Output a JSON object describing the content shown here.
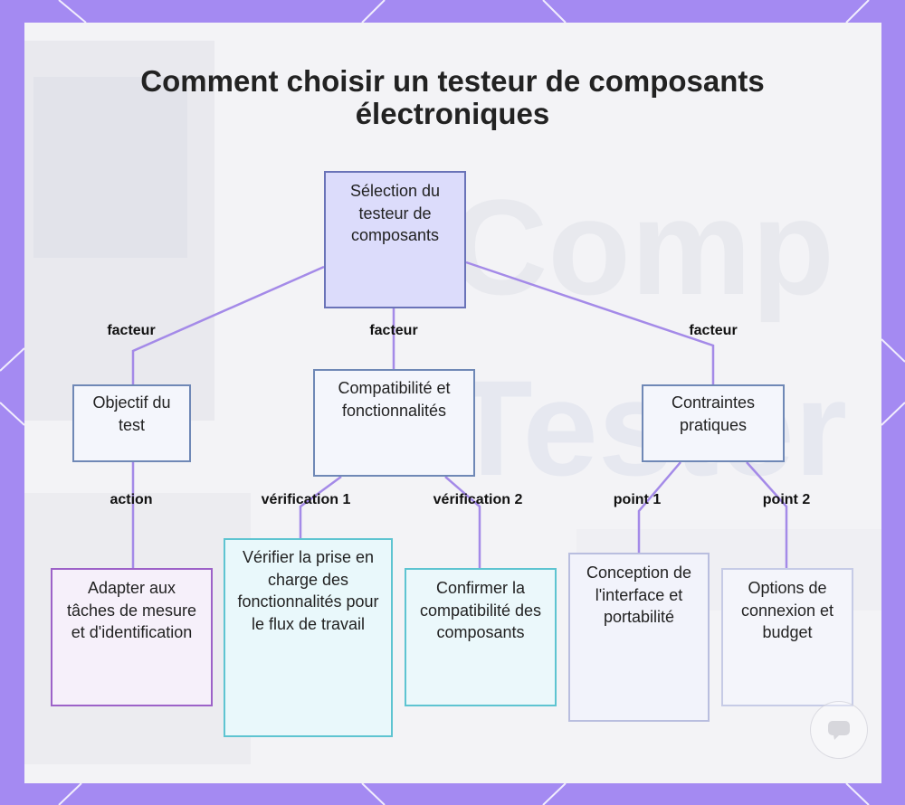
{
  "title": "Comment choisir un testeur de composants électroniques",
  "nodes": {
    "root": "Sélection du testeur de composants",
    "objectif": "Objectif du test",
    "compatibilite": "Compatibilité et fonctionnalités",
    "contraintes": "Contraintes pratiques",
    "adapter": "Adapter aux tâches de mesure et d'identification",
    "verifier": "Vérifier la prise en charge des fonctionnalités pour le flux de travail",
    "confirmer": "Confirmer la compatibilité des composants",
    "conception": "Conception de l'interface et portabilité",
    "options": "Options de connexion et budget"
  },
  "edges": {
    "facteur_left": "facteur",
    "facteur_mid": "facteur",
    "facteur_right": "facteur",
    "action": "action",
    "verification_1": "vérification 1",
    "verification_2": "vérification 2",
    "point_1": "point 1",
    "point_2": "point 2"
  },
  "background_watermark": [
    "Comp",
    "Tester"
  ],
  "icons": {
    "chat": "chat-bubble-icon"
  },
  "colors": {
    "frame": "#a48af2",
    "connector": "#a48ae8",
    "root_fill": "#dcdcfb",
    "root_border": "#6a73b8"
  }
}
